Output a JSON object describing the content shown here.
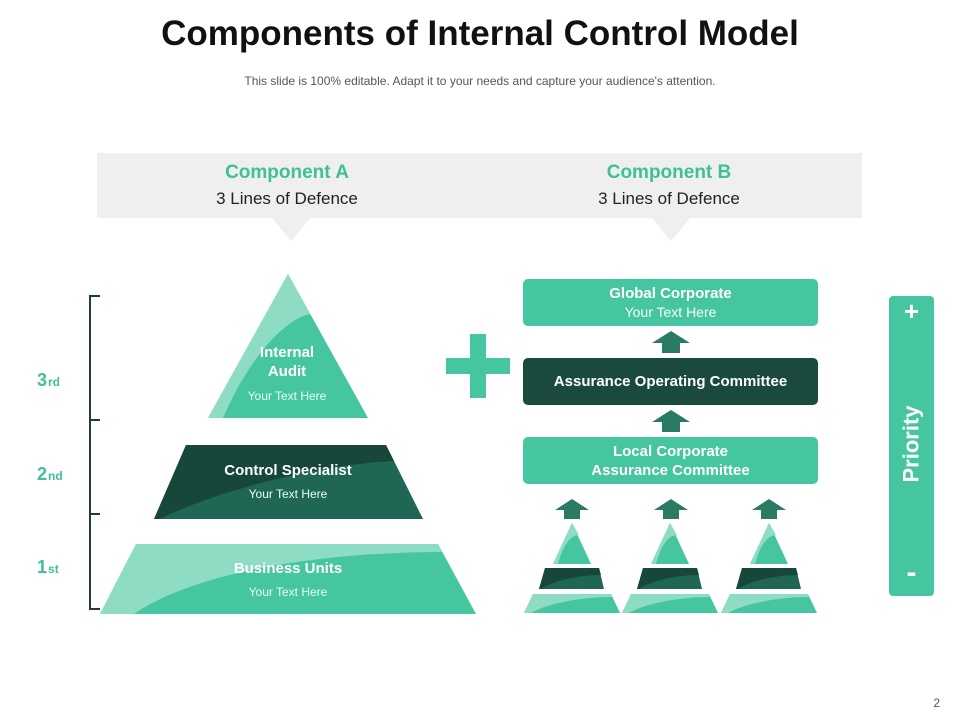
{
  "header": {
    "title": "Components of Internal Control Model",
    "subtitle": "This slide is 100% editable. Adapt it to your needs and capture your audience's attention."
  },
  "components": [
    {
      "title": "Component A",
      "subtitle": "3 Lines of Defence"
    },
    {
      "title": "Component B",
      "subtitle": "3 Lines of Defence"
    }
  ],
  "tiers": [
    {
      "num": "3",
      "suffix": "rd"
    },
    {
      "num": "2",
      "suffix": "nd"
    },
    {
      "num": "1",
      "suffix": "st"
    }
  ],
  "pyramid": {
    "top": {
      "title_line1": "Internal",
      "title_line2": "Audit",
      "text": "Your Text Here"
    },
    "middle": {
      "title": "Control Specialist",
      "text": "Your Text Here"
    },
    "bottom": {
      "title": "Business Units",
      "text": "Your Text Here"
    }
  },
  "hierarchy": {
    "global": {
      "title": "Global Corporate",
      "text": "Your Text Here"
    },
    "assurance": {
      "title": "Assurance Operating Committee"
    },
    "local": {
      "title_line1": "Local Corporate",
      "title_line2": "Assurance Committee"
    }
  },
  "priority": {
    "label": "Priority",
    "plus": "+",
    "minus": "-"
  },
  "page_number": "2",
  "colors": {
    "accent": "#45c6a0",
    "accent_light": "#8fdcc5",
    "dark": "#1c5e4c",
    "darkest": "#1a4a3e",
    "panel": "#efefef"
  }
}
